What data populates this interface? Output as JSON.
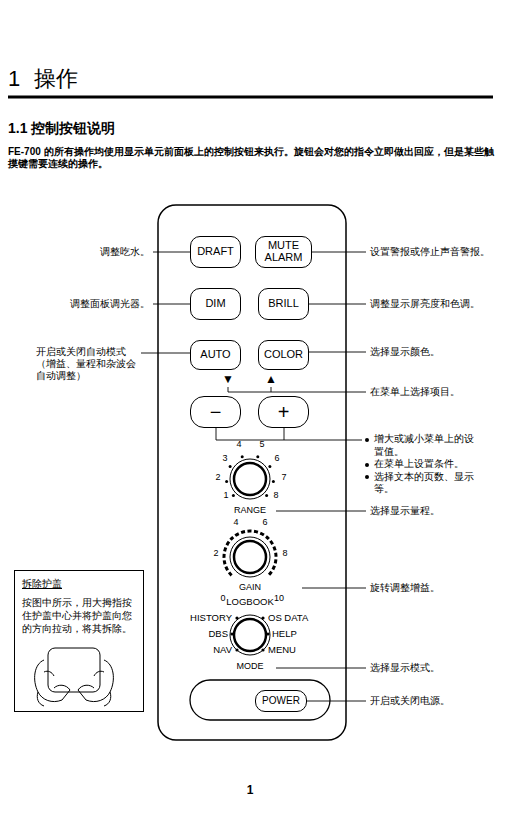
{
  "diagram": {
    "title": "1 操作",
    "nodes": [
      {
        "text": [
          "DRAFT"
        ]
      },
      {
        "text": [
          "MUTE ALARM"
        ]
      },
      {
        "text": [
          "DIM"
        ]
      },
      {
        "text": [
          "BRILL"
        ]
      },
      {
        "text": [
          "AUTO"
        ]
      },
      {
        "text": [
          "COLOR"
        ]
      },
      {
        "text": [
          "−"
        ]
      },
      {
        "text": [
          "+"
        ]
      },
      {
        "text": [
          "拆除护盖",
          "按图中所示，用大拇指按住护盖中心并将护盖向您的方向拉动，将其拆除。"
        ]
      },
      {
        "text": [
          "POWER"
        ]
      }
    ],
    "labels": [
      "1.1 控制按钮说明",
      "FE-700 的所有操作均使用显示单元前面板上的控制按钮来执行。旋钮会对您的指令立即做出回应，但是某些触摸键需要连续的操作。",
      "调整吃水。",
      "设置警报或停止声音警报。",
      "调整面板调光器。",
      "调整显示屏亮度和色调。",
      "开启或关闭自动模式 （增益、量程和杂波会自动调整）",
      "选择显示颜色。",
      "▼",
      "▲",
      "在菜单上选择项目。",
      "增大或减小菜单上的设置值。",
      "在菜单上设置条件。",
      "选择文本的页数、显示等。",
      "1",
      "2",
      "3",
      "4",
      "5",
      "6",
      "7",
      "8",
      "RANGE",
      "选择显示量程。",
      "0",
      "2",
      "4",
      "6",
      "8",
      "10",
      "GAIN",
      "旋转调整增益。",
      "LOGBOOK",
      "HISTORY",
      "OS DATA",
      "DBS",
      "HELP",
      "NAV",
      "MENU",
      "MODE",
      "选择显示模式。",
      "开启或关闭电源。",
      "1"
    ]
  }
}
